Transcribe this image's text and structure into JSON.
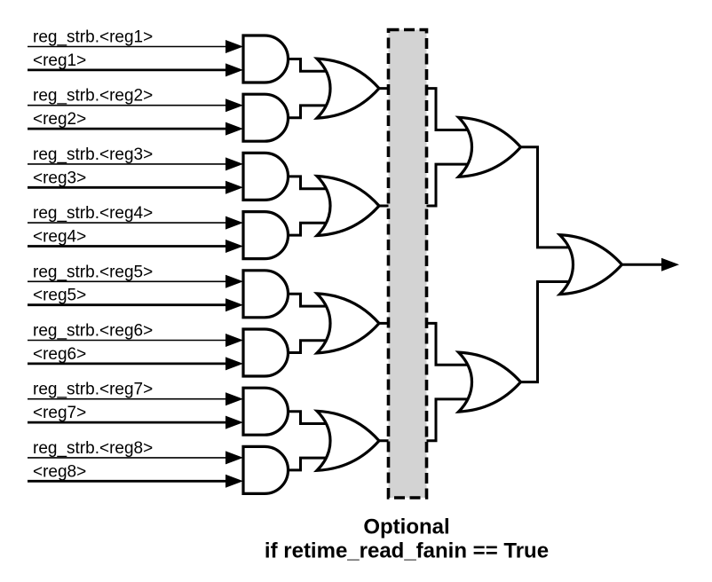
{
  "diagram": {
    "inputs": [
      {
        "strobe_label": "reg_strb.<reg1>",
        "value_label": "<reg1>"
      },
      {
        "strobe_label": "reg_strb.<reg2>",
        "value_label": "<reg2>"
      },
      {
        "strobe_label": "reg_strb.<reg3>",
        "value_label": "<reg3>"
      },
      {
        "strobe_label": "reg_strb.<reg4>",
        "value_label": "<reg4>"
      },
      {
        "strobe_label": "reg_strb.<reg5>",
        "value_label": "<reg5>"
      },
      {
        "strobe_label": "reg_strb.<reg6>",
        "value_label": "<reg6>"
      },
      {
        "strobe_label": "reg_strb.<reg7>",
        "value_label": "<reg7>"
      },
      {
        "strobe_label": "reg_strb.<reg8>",
        "value_label": "<reg8>"
      }
    ],
    "optional_region": {
      "caption_line1": "Optional",
      "caption_line2": "if retime_read_fanin == True",
      "fill_color": "#d3d3d3"
    },
    "colors": {
      "stroke": "#000000",
      "gate_fill": "#ffffff",
      "background": "#ffffff"
    }
  }
}
